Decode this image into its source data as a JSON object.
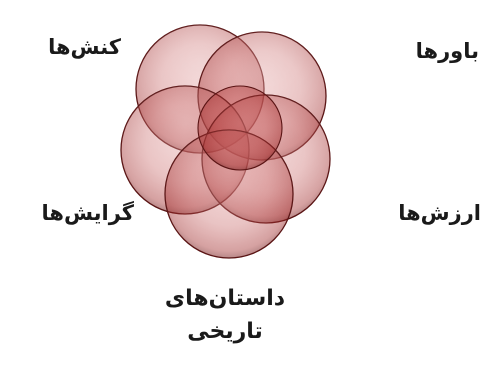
{
  "diagram": {
    "circle_color": "#b42323",
    "outline_color": "#5a1414",
    "labels": {
      "top_left": "کنش‌ها",
      "top_right": "باورها",
      "middle_left": "گرایش‌ها",
      "middle_right": "ارزش‌ها",
      "bottom_line1": "داستان‌های",
      "bottom_line2": "تاریخی"
    }
  }
}
